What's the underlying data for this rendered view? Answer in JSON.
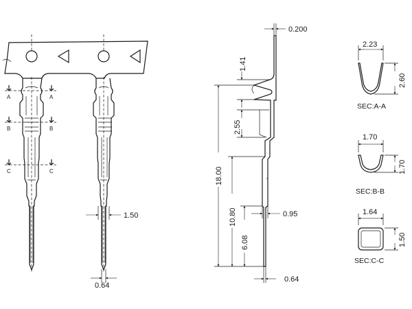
{
  "colors": {
    "ink": "#1a1a1a",
    "background": "#ffffff"
  },
  "left_view": {
    "section_marks": {
      "a": "A",
      "b": "B",
      "c": "C"
    },
    "dim_width": "1.50",
    "dim_tip": "0.64"
  },
  "side_view": {
    "dim_thickness": "0.200",
    "dim_1_41": "1.41",
    "dim_2_55": "2.55",
    "dim_18_00": "18.00",
    "dim_10_80": "10.80",
    "dim_6_08": "6.08",
    "dim_0_95": "0.95",
    "dim_0_64": "0.64"
  },
  "sections": {
    "a": {
      "title": "SEC:A-A",
      "width": "2.23",
      "height": "2.60"
    },
    "b": {
      "title": "SEC:B-B",
      "width": "1.70",
      "height": "1.70"
    },
    "c": {
      "title": "SEC:C-C",
      "width": "1.64",
      "height": "1.50"
    }
  }
}
